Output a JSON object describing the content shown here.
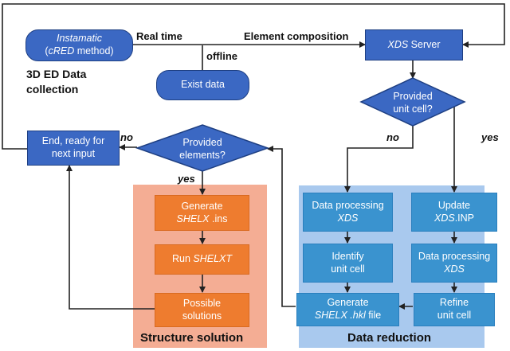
{
  "collection": {
    "instamatic_line1": "Instamatic",
    "instamatic_line2_pre": "(",
    "instamatic_line2_it": "cRED",
    "instamatic_line2_post": " method)",
    "title_line1": "3D ED Data",
    "title_line2": "collection",
    "exist_data": "Exist data"
  },
  "edges": {
    "real_time": "Real time",
    "element_composition": "Element composition",
    "offline": "offline",
    "no_left": "no",
    "yes_left": "yes",
    "no_right": "no",
    "yes_right": "yes"
  },
  "nodes": {
    "xds_server_it": "XDS",
    "xds_server_rest": " Server",
    "provided_unit_cell_l1": "Provided",
    "provided_unit_cell_l2": "unit cell?",
    "provided_elements_l1": "Provided",
    "provided_elements_l2": "elements?",
    "end_l1": "End, ready for",
    "end_l2": "next input"
  },
  "structure_solution": {
    "title": "Structure solution",
    "generate_l1": "Generate",
    "generate_l2_it": "SHELX",
    "generate_l2_rest": " .ins",
    "run_pre": "Run ",
    "run_it": "SHELXT",
    "possible_l1": "Possible",
    "possible_l2": "solutions"
  },
  "data_reduction": {
    "title": "Data reduction",
    "dp_left_l1": "Data processing",
    "dp_left_l2_it": "XDS",
    "identify_l1": "Identify",
    "identify_l2": "unit cell",
    "gen_hkl_l1": "Generate",
    "gen_hkl_l2_it": "SHELX .hkl",
    "gen_hkl_l2_rest": " file",
    "update_l1": "Update",
    "update_l2_it": "XDS",
    "update_l2_rest": ".INP",
    "dp_right_l1": "Data processing",
    "dp_right_l2_it": "XDS",
    "refine_l1": "Refine",
    "refine_l2": "unit cell"
  }
}
